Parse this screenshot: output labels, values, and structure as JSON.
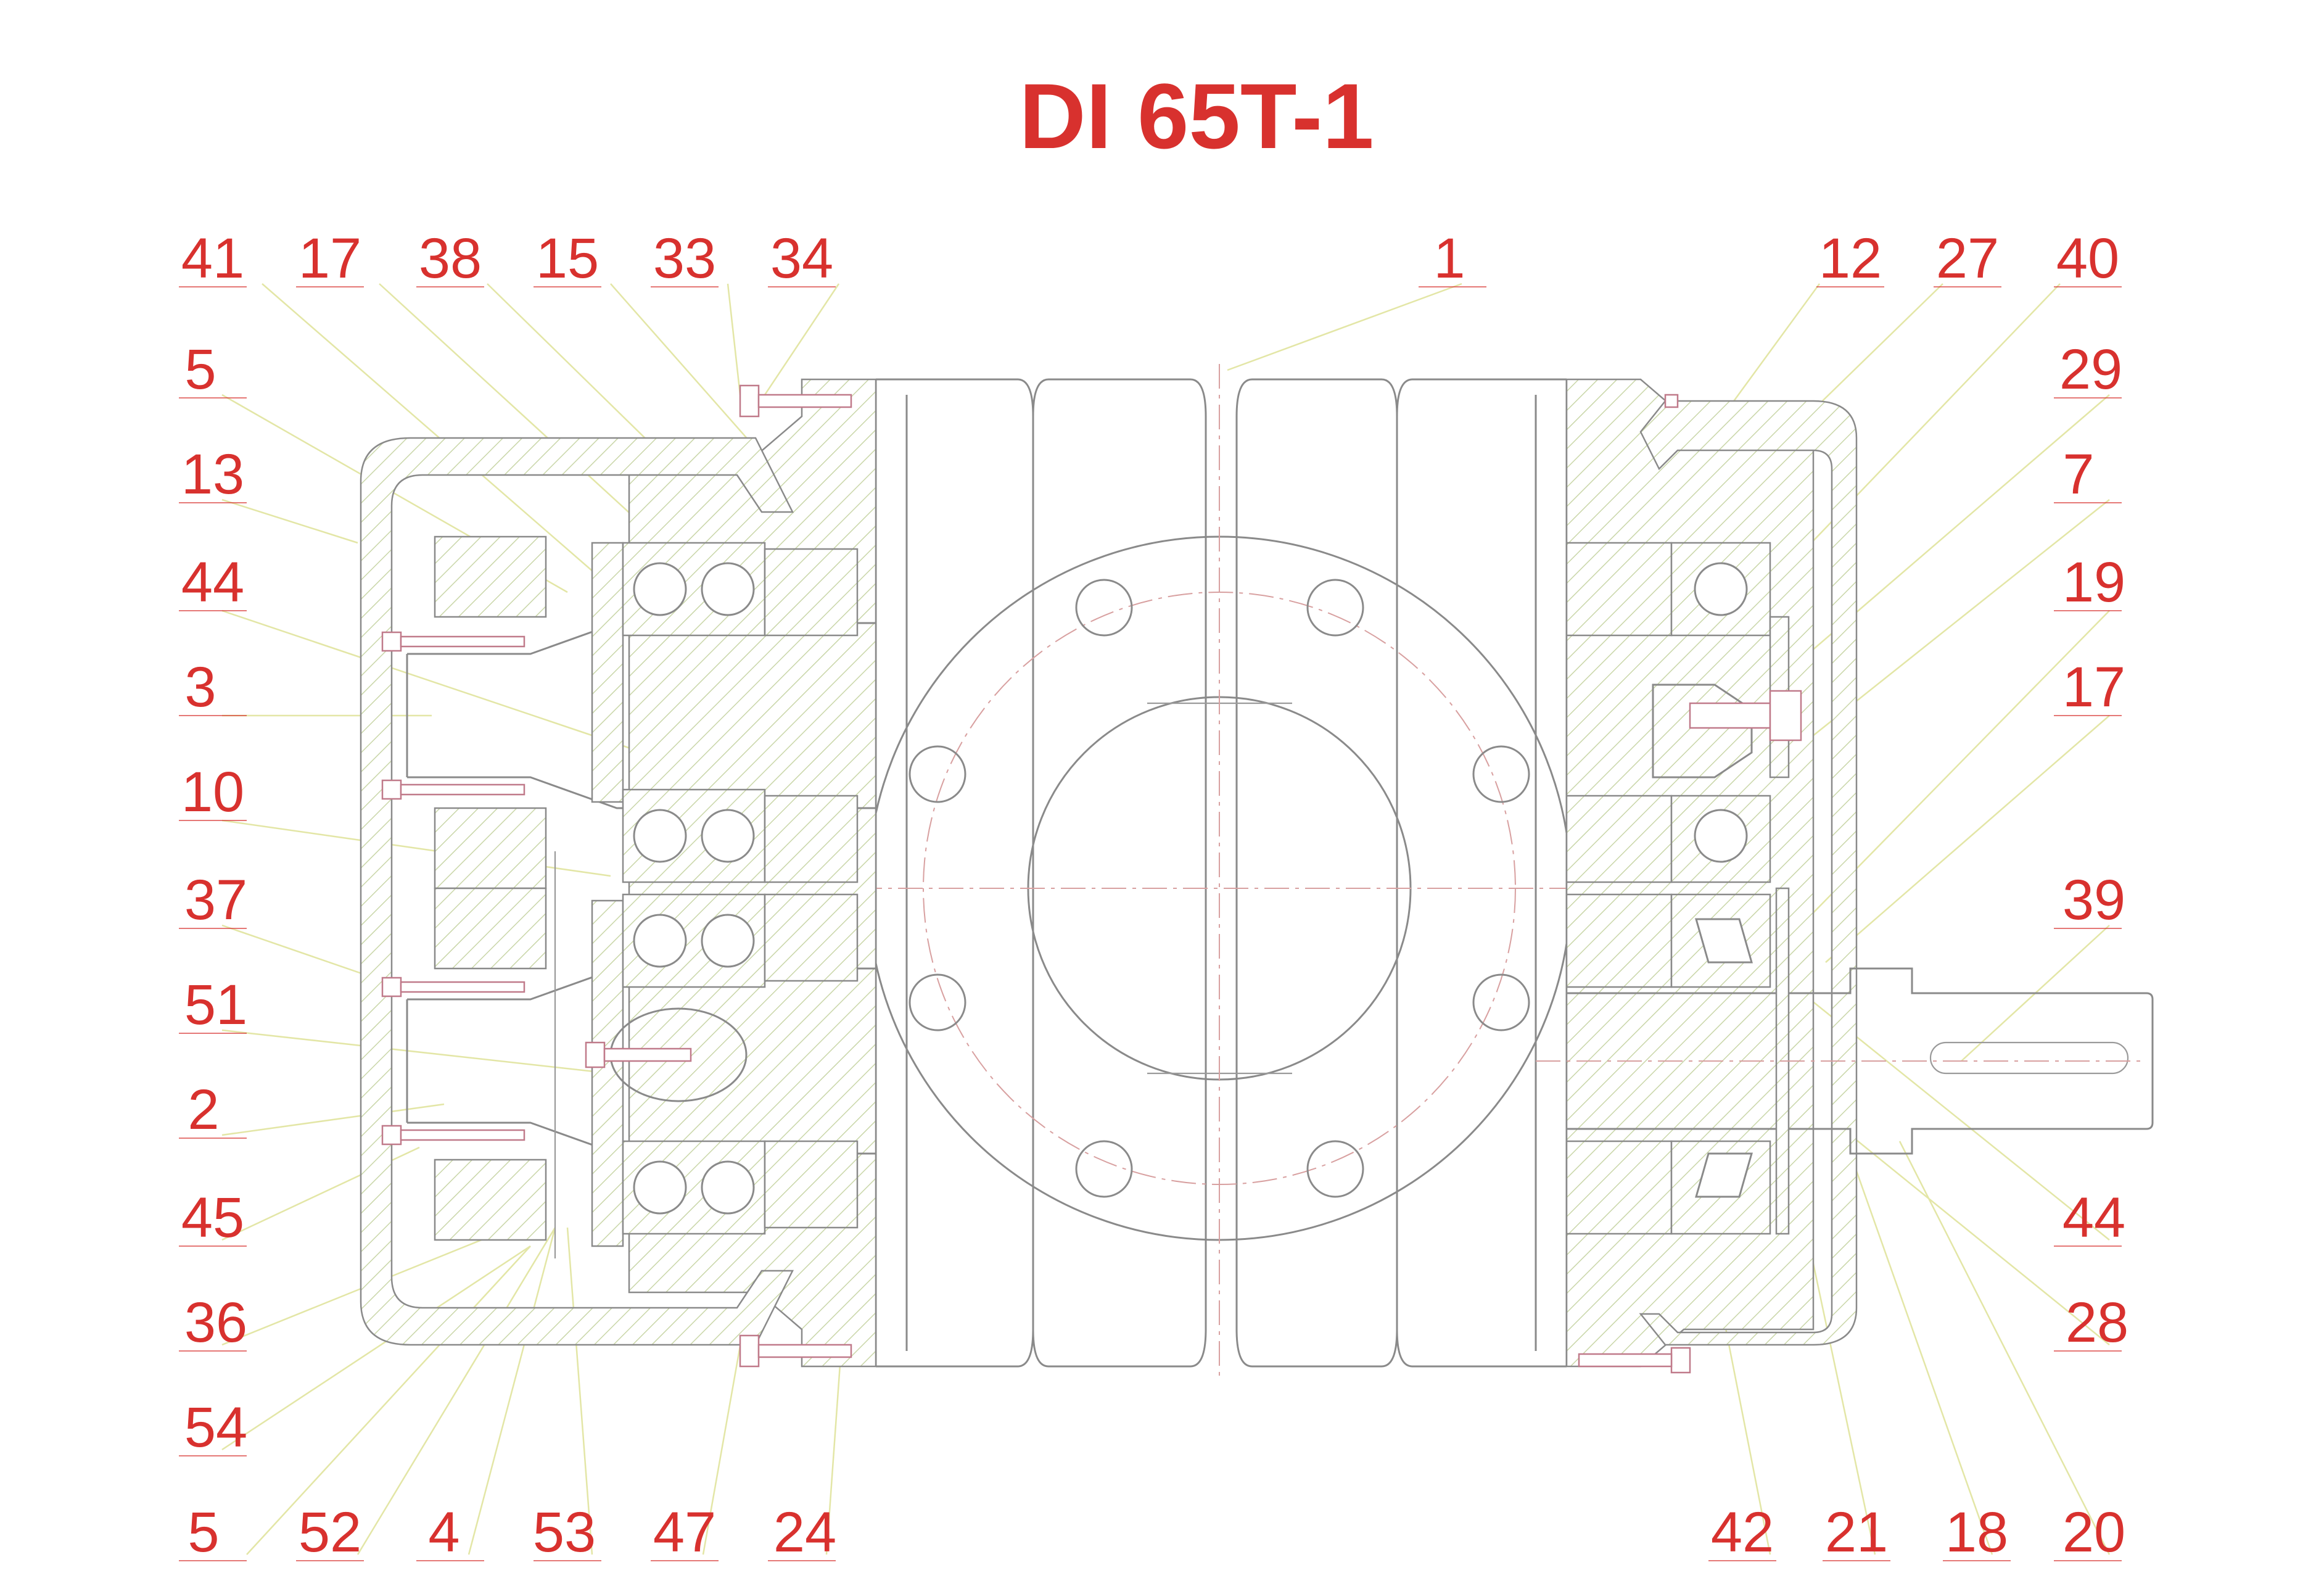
{
  "title": "DI 65T-1",
  "colors": {
    "label": "#d8312e",
    "drawing_line": "#8a8a8a",
    "hatch": "#c9d6a8",
    "leader": "#e3e6a6"
  },
  "labels": {
    "top_row": [
      "41",
      "17",
      "38",
      "15",
      "33",
      "34",
      "1",
      "12",
      "27",
      "40"
    ],
    "left_column": [
      "5",
      "13",
      "44",
      "3",
      "10",
      "37",
      "51",
      "2",
      "45",
      "36",
      "54"
    ],
    "right_column": [
      "29",
      "7",
      "19",
      "17",
      "39",
      "44",
      "28"
    ],
    "bottom_row": [
      "5",
      "52",
      "4",
      "53",
      "47",
      "24",
      "42",
      "21",
      "18",
      "20"
    ]
  }
}
